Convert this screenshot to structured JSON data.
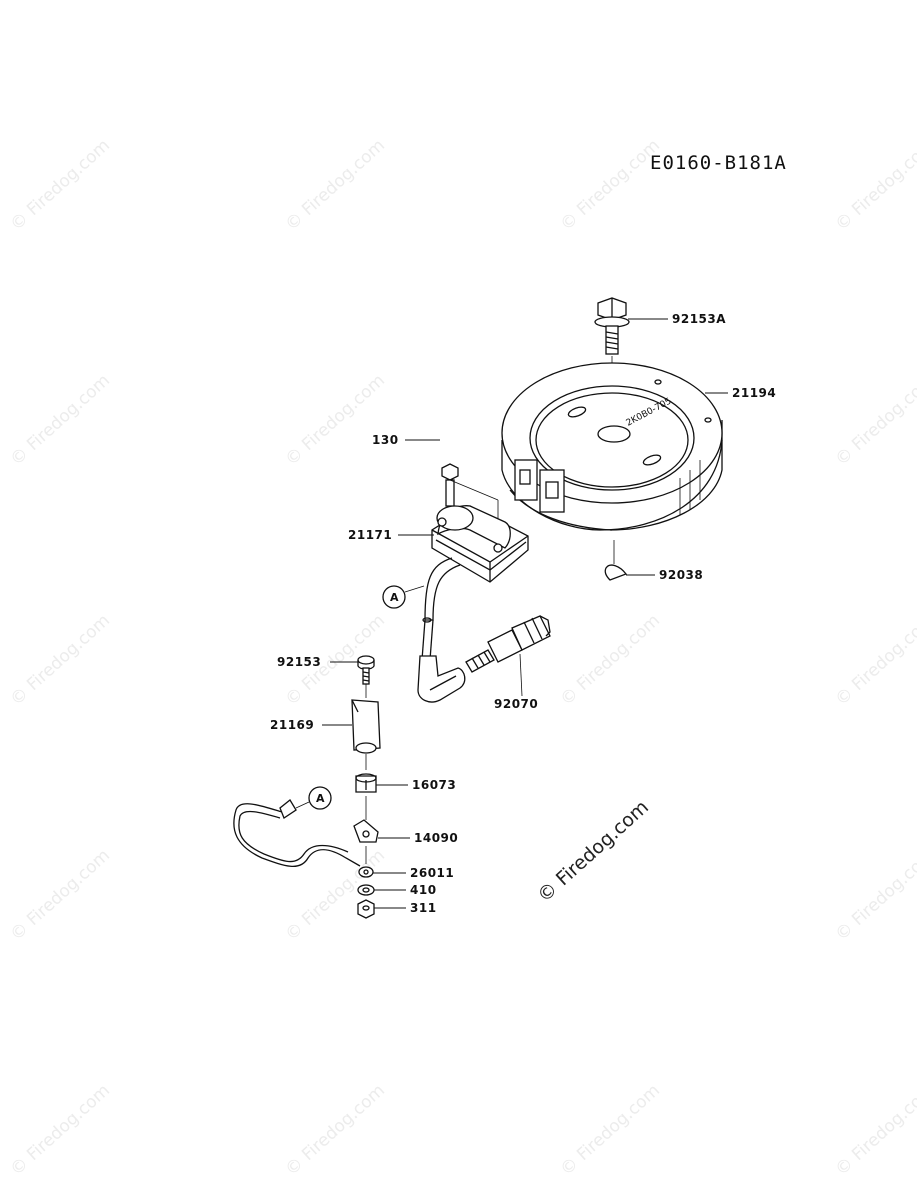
{
  "diagram_code": "E0160-B181A",
  "copyright": "© Firedog.com",
  "watermark": "© Firedog.com",
  "connector_ref": "A",
  "flywheel_stamp": "2K0B0-705",
  "parts": [
    {
      "id": "92153A"
    },
    {
      "id": "21194"
    },
    {
      "id": "130"
    },
    {
      "id": "21171"
    },
    {
      "id": "92038"
    },
    {
      "id": "92153"
    },
    {
      "id": "92070"
    },
    {
      "id": "21169"
    },
    {
      "id": "16073"
    },
    {
      "id": "14090"
    },
    {
      "id": "26011"
    },
    {
      "id": "410"
    },
    {
      "id": "311"
    }
  ]
}
